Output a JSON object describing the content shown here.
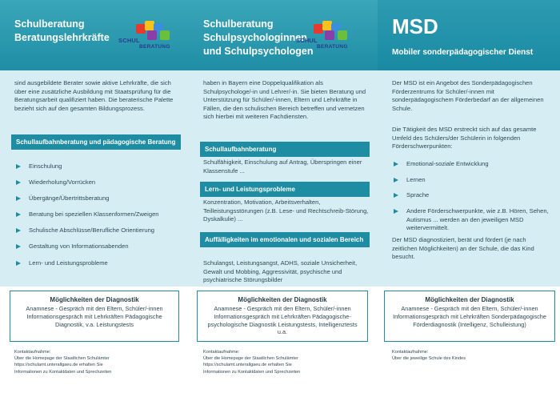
{
  "col1": {
    "title_line1": "Schulberatung",
    "title_line2": "Beratungslehrkräfte",
    "logo_word1": "SCHUL",
    "logo_word2": "BERATUNG",
    "intro": "sind ausgebildete Berater sowie aktive Lehrkräfte, die sich über eine zusätzliche Ausbildung mit Staatsprüfung für die Beratungsarbeit qualifiziert haben. Die beraterische Palette bezieht sich auf den gesamten Bildungsprozess.",
    "bar_title": "Schullaufbahnberatung und pädagogische Beratung",
    "items": [
      "Einschulung",
      "Wiederholung/Vorrücken",
      "Übergänge/Übertrittsberatung",
      "Beratung bei speziellen Klassenformen/Zweigen",
      "Schulische Abschlüsse/Berufliche Orientierung",
      "Gestaltung von Informationsabenden",
      "Lern- und Leistungsprobleme"
    ],
    "diag_title": "Möglichkeiten der Diagnostik",
    "diag_text": "Anamnese - Gespräch mit den Eltern, Schüler/-innen Informationsgespräch mit Lehrkräften Pädagogische Diagnostik, v.a. Leistungstests",
    "contact": "Kontaktaufnahme:\nÜber die Homepage der Staatlichen Schulämter\nhttps://schulamt.unterallgaeu.de erhalten Sie\nInformationen zu Kontaktdaten und Sprechzeiten"
  },
  "col2": {
    "title_line1": "Schulberatung",
    "title_line2": "Schulpsychologinnen",
    "title_line3": "und Schulpsychologen",
    "logo_word1": "SCHUL",
    "logo_word2": "BERATUNG",
    "intro": "haben in Bayern eine Doppelqualifikation als Schulpsychologe/-in und Lehrer/-in. Sie bieten Beratung und Unterstützung für Schüler/-innen, Eltern und Lehrkräfte in Fällen, die den schulischen Bereich betreffen und vernetzen sich hierbei mit weiteren Fachdiensten.",
    "sections": [
      {
        "title": "Schullaufbahnberatung",
        "text": "Schulfähigkeit, Einschulung auf Antrag, Überspringen einer Klassenstufe ..."
      },
      {
        "title": "Lern- und Leistungsprobleme",
        "text": "Konzentration, Motivation, Arbeitsverhalten, Teilleistungsstörungen (z.B. Lese- und Rechtschreib-Störung, Dyskalkulie) ..."
      },
      {
        "title": "Auffälligkeiten im emotionalen und sozialen Bereich",
        "text": "Schulangst, Leistungsangst, ADHS, soziale Unsicherheit, Gewalt und Mobbing, Aggressivität, psychische und psychiatrische Störungsbilder"
      }
    ],
    "diag_title": "Möglichkeiten der Diagnostik",
    "diag_text": "Anamnese - Gespräch mit den Eltern, Schüler/-innen Informationsgespräch mit Lehrkräften Pädagogische-psychologische Diagnostik Leistungstests, Intelligenztests u.a.",
    "contact": "Kontaktaufnahme:\nÜber die Homepage der Staatlichen Schulämter\nhttps://schulamt.unterallgaeu.de erhalten Sie\nInformationen zu Kontaktdaten und Sprechzeiten"
  },
  "col3": {
    "title": "MSD",
    "subtitle": "Mobiler sonderpädagogischer Dienst",
    "intro": "Der MSD ist ein Angebot des Sonderpädagogischen Förderzentrums für Schüler/-innen mit sonderpädagogischem Förderbedarf an der allgemeinen Schule.",
    "intro2": "Die Tätigkeit des MSD erstreckt sich auf das gesamte Umfeld des Schülers/der Schülerin in folgenden Förderschwerpunkten:",
    "items": [
      "Emotional-soziale Entwicklung",
      "Lernen",
      "Sprache",
      "Andere Förderschwerpunkte, wie z.B. Hören, Sehen, Autismus ... werden an den jeweiligen MSD weitervermittelt."
    ],
    "outro": "Der MSD diagnostiziert, berät und fördert (je nach zeitlichen Möglichkeiten) an der Schule, die das Kind besucht.",
    "diag_title": "Möglichkeiten der Diagnostik",
    "diag_text": "Anamnese - Gespräch mit den Eltern, Schüler/-innen Informationsgespräch mit Lehrkräften Sonderpädagogische Förderdiagnostik (Intelligenz, Schulleistung)",
    "contact": "Kontaktaufnahme:\nÜber die jeweilige Schule des Kindes"
  },
  "colors": {
    "header": "#1e8ca3",
    "background": "#d6eef3",
    "accent": "#1e8ca3",
    "text": "#2f4a57"
  }
}
